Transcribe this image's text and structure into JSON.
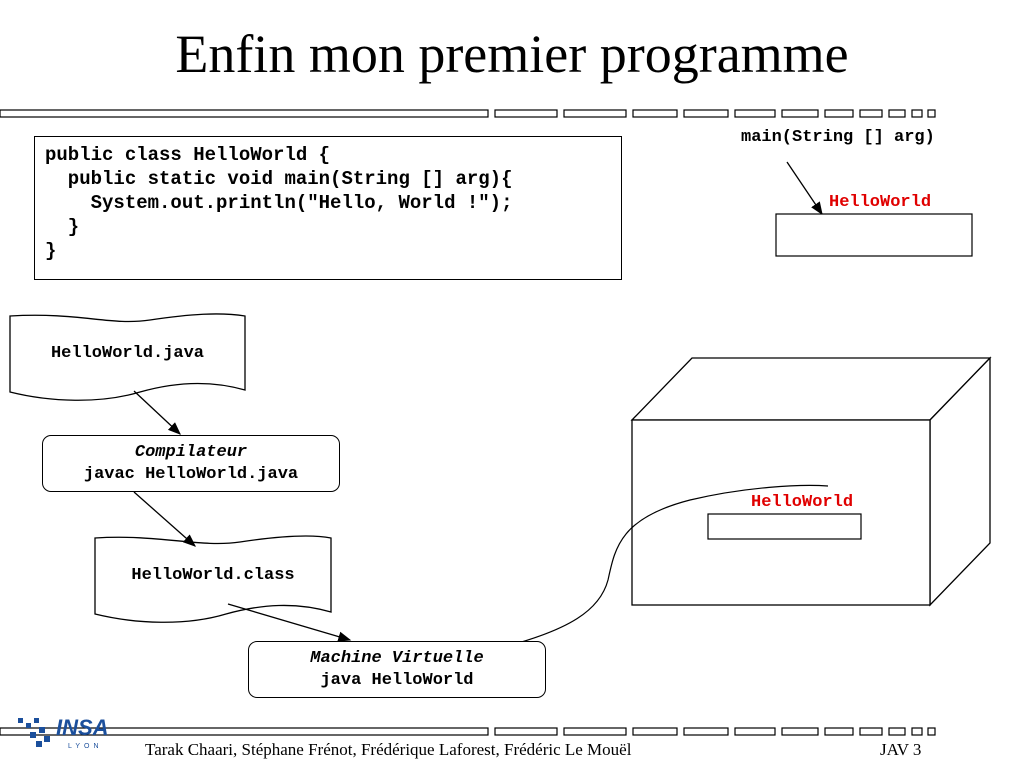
{
  "title": "Enfin mon premier programme",
  "code": {
    "lines": [
      "public class HelloWorld {",
      "  public static void main(String [] arg){",
      "    System.out.println(\"Hello, World !\");",
      "  }",
      "}"
    ]
  },
  "top_right": {
    "main_label": "main(String [] arg)",
    "class_label": "HelloWorld"
  },
  "flow": {
    "source_file": "HelloWorld.java",
    "compiler_title": "Compilateur",
    "compiler_cmd": "javac HelloWorld.java",
    "class_file": "HelloWorld.class",
    "vm_title": "Machine Virtuelle",
    "vm_cmd": "java HelloWorld"
  },
  "cube": {
    "class_label": "HelloWorld"
  },
  "footer": {
    "authors": "Tarak Chaari, Stéphane Frénot, Frédérique Laforest, Frédéric Le Mouël",
    "page": "JAV 3"
  },
  "logo": {
    "text": "INSA",
    "subtext": "LYON",
    "color": "#1b4f9c"
  },
  "colors": {
    "accent_red": "#e00000"
  }
}
